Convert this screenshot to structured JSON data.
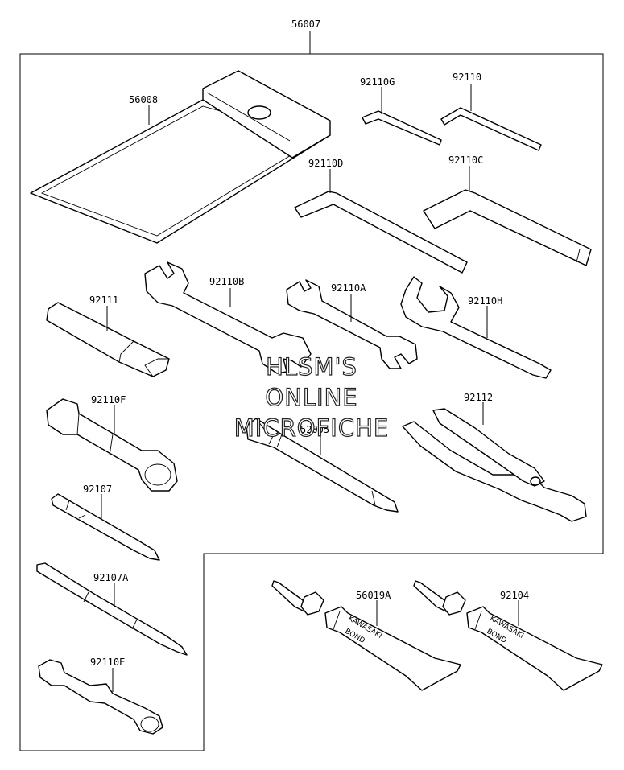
{
  "diagram": {
    "kit_number": "56007",
    "parts": {
      "p56008": "56008",
      "p92110G": "92110G",
      "p92110": "92110",
      "p92110D": "92110D",
      "p92110C": "92110C",
      "p92110B": "92110B",
      "p92110A": "92110A",
      "p92111": "92111",
      "p92110H": "92110H",
      "p92110F": "92110F",
      "p52005": "52005",
      "p92112": "92112",
      "p92107": "92107",
      "p92107A": "92107A",
      "p92110E": "92110E",
      "p56019A": "56019A",
      "p92104": "92104"
    },
    "tube_print": {
      "brand": "KAWASAKI",
      "product": "BOND"
    }
  },
  "watermark": {
    "line1": "HLSM'S",
    "line2": "ONLINE",
    "line3": "MICROFICHE"
  }
}
